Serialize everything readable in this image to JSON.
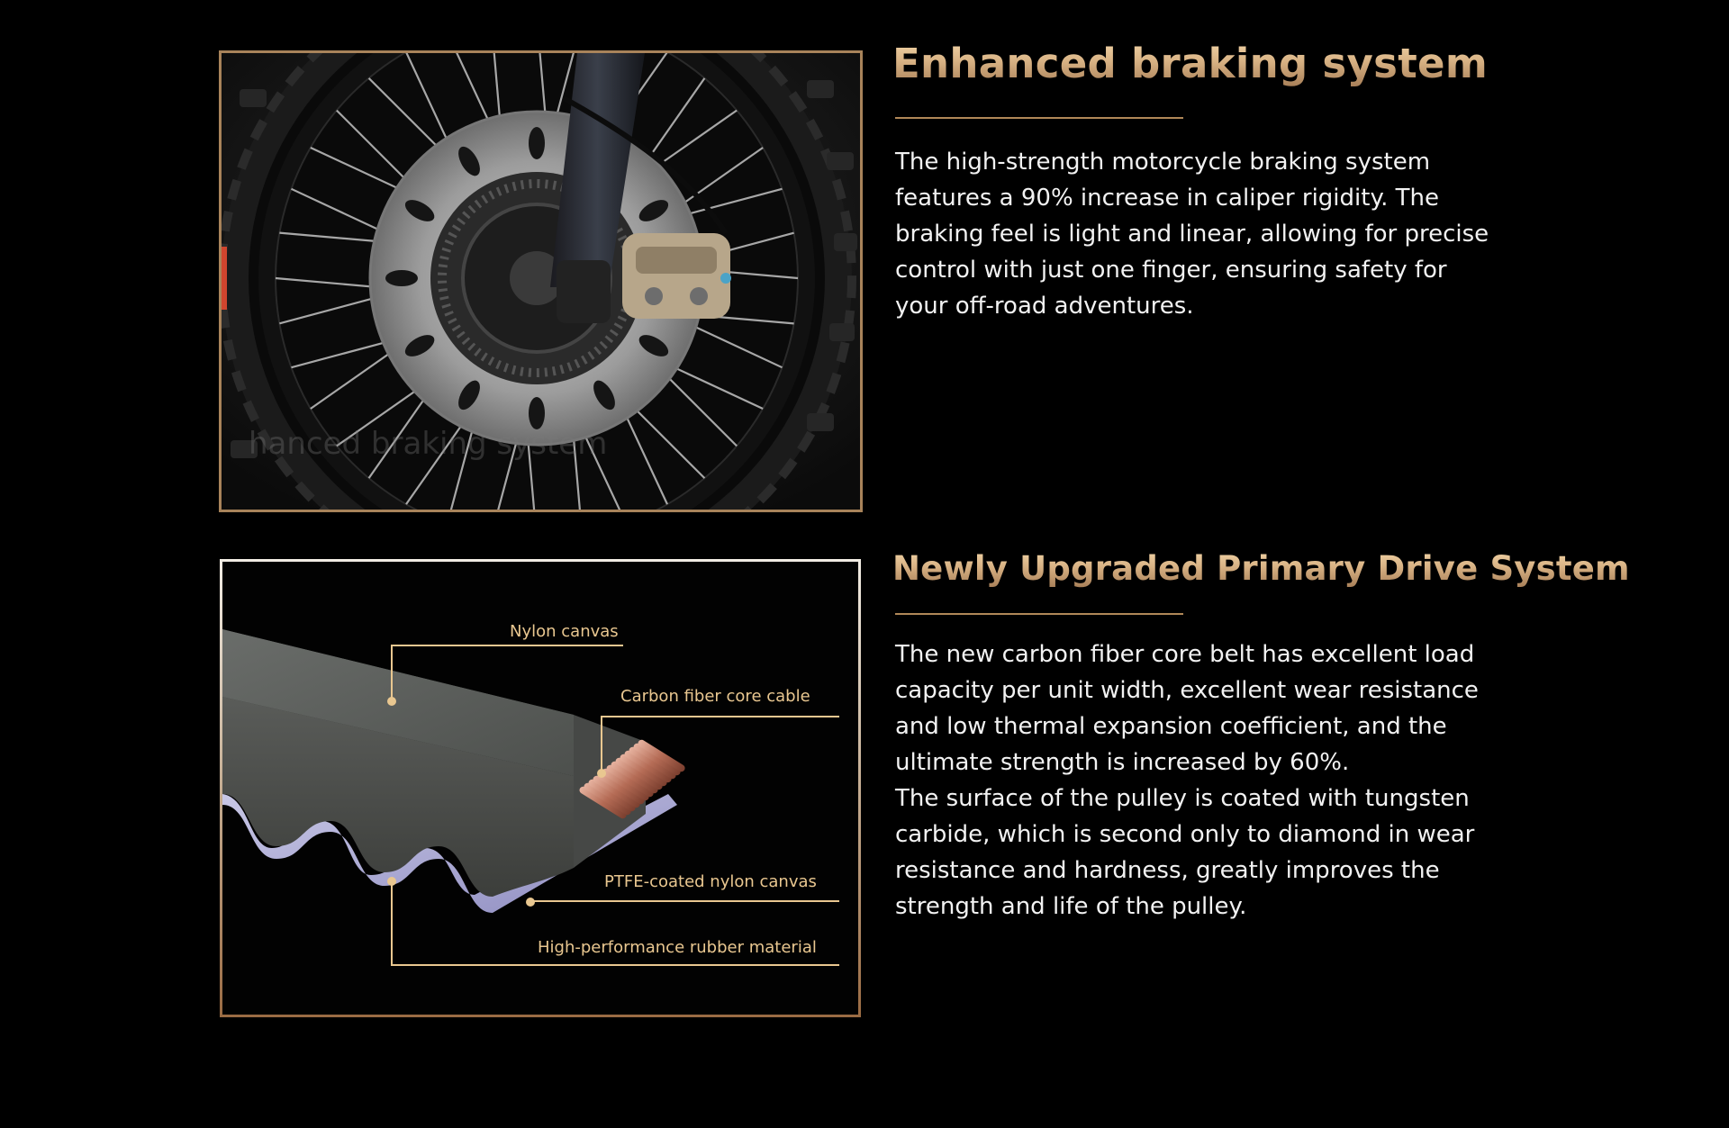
{
  "brake_section": {
    "title": "Enhanced braking system",
    "body": "The high-strength motorcycle braking system\nfeatures a 90% increase in caliper rigidity. The\nbraking feel is light and linear, allowing for precise\ncontrol with just one finger, ensuring safety for\nyour off-road adventures.",
    "image_watermark": "hanced braking system"
  },
  "drive_section": {
    "title": "Newly Upgraded Primary Drive System",
    "body_paragraph_1": "The new carbon fiber core belt has excellent load\ncapacity per unit width, excellent wear resistance\nand low thermal expansion coefficient, and the\nultimate strength is increased by 60%.",
    "body_paragraph_2": "The surface of the pulley is coated with tungsten\ncarbide, which is second only to diamond in wear\nresistance and hardness, greatly improves the\nstrength and life of the pulley.",
    "callouts": {
      "nylon_canvas": "Nylon canvas",
      "carbon_core": "Carbon fiber core cable",
      "ptfe_canvas": "PTFE-coated nylon canvas",
      "rubber": "High-performance rubber material"
    }
  },
  "colors": {
    "background": "#000000",
    "accent_gold": "#d8b284",
    "frame_border": "#a8835a",
    "callout_text": "#e9c790",
    "body_text": "#f2f2f2"
  },
  "icons": {
    "wheel_image": "front-wheel-disc-brake-photo",
    "belt_image": "timing-belt-cross-section-diagram"
  }
}
